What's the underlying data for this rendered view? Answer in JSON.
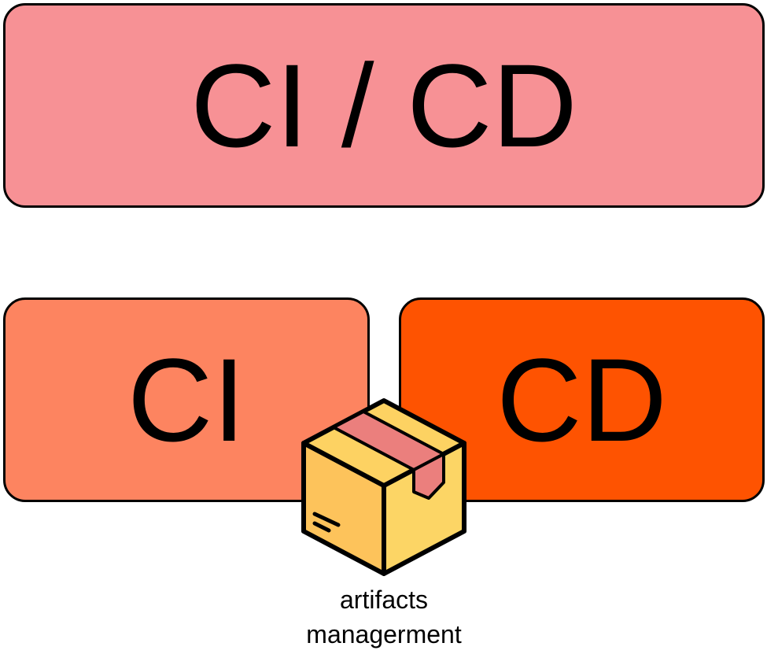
{
  "colors": {
    "cicd_box": "#F79195",
    "ci_box": "#FD8460",
    "cd_box": "#FE5301",
    "box_border": "#000000",
    "box_top": "#FDD262",
    "box_left": "#FDC35B",
    "box_right": "#FCD565",
    "tape": "#EB7F7D",
    "outline": "#000000"
  },
  "diagram": {
    "cicd": {
      "label": "CI / CD"
    },
    "ci": {
      "label": "CI"
    },
    "cd": {
      "label": "CD"
    },
    "artifact": {
      "icon": "package-box-icon",
      "caption_line1": "artifacts",
      "caption_line2": "managerment"
    }
  }
}
